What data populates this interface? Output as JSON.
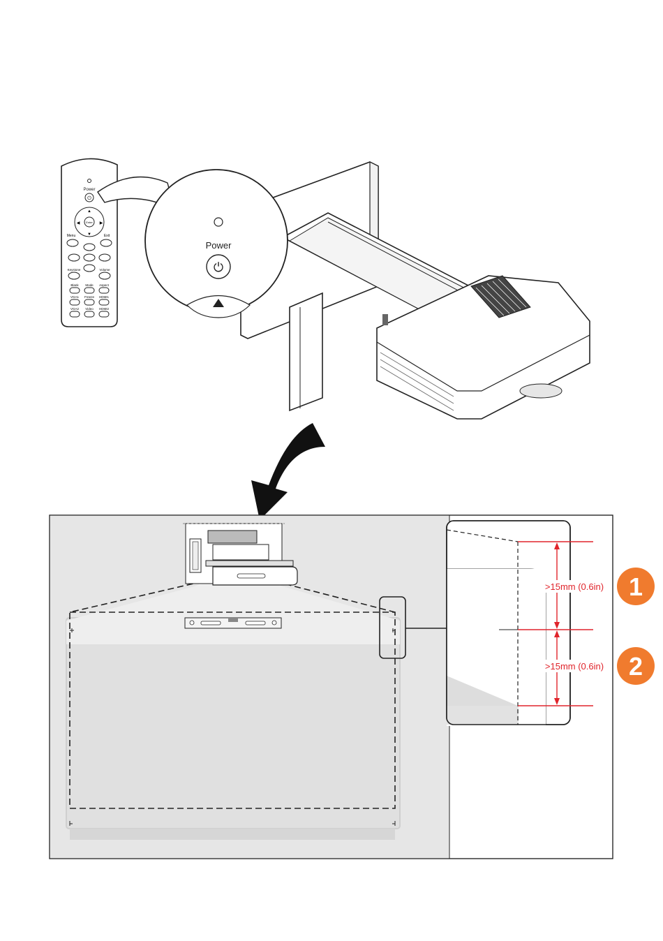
{
  "remote": {
    "power_label": "Power",
    "menu_label": "Menu",
    "exit_label": "Exit",
    "enter_label": "Enter",
    "keystone_label": "Keystone",
    "volume_label": "Volume",
    "grid_labels": [
      "Blank",
      "Mode",
      "Aspect",
      "VGA1",
      "Freeze",
      "HDMI1",
      "VGA2",
      "Video",
      "HDMI2"
    ]
  },
  "zoom_callout": {
    "power_label": "Power"
  },
  "clearance": {
    "label_1": ">15mm (0.6in)",
    "label_2": ">15mm (0.6in)"
  },
  "steps": [
    {
      "number": "1",
      "color": "#F07B2E"
    },
    {
      "number": "2",
      "color": "#F07B2E"
    }
  ],
  "colors": {
    "wall": "#E6E6E6",
    "measure_red": "#E0242B",
    "badge_orange": "#F07B2E"
  }
}
